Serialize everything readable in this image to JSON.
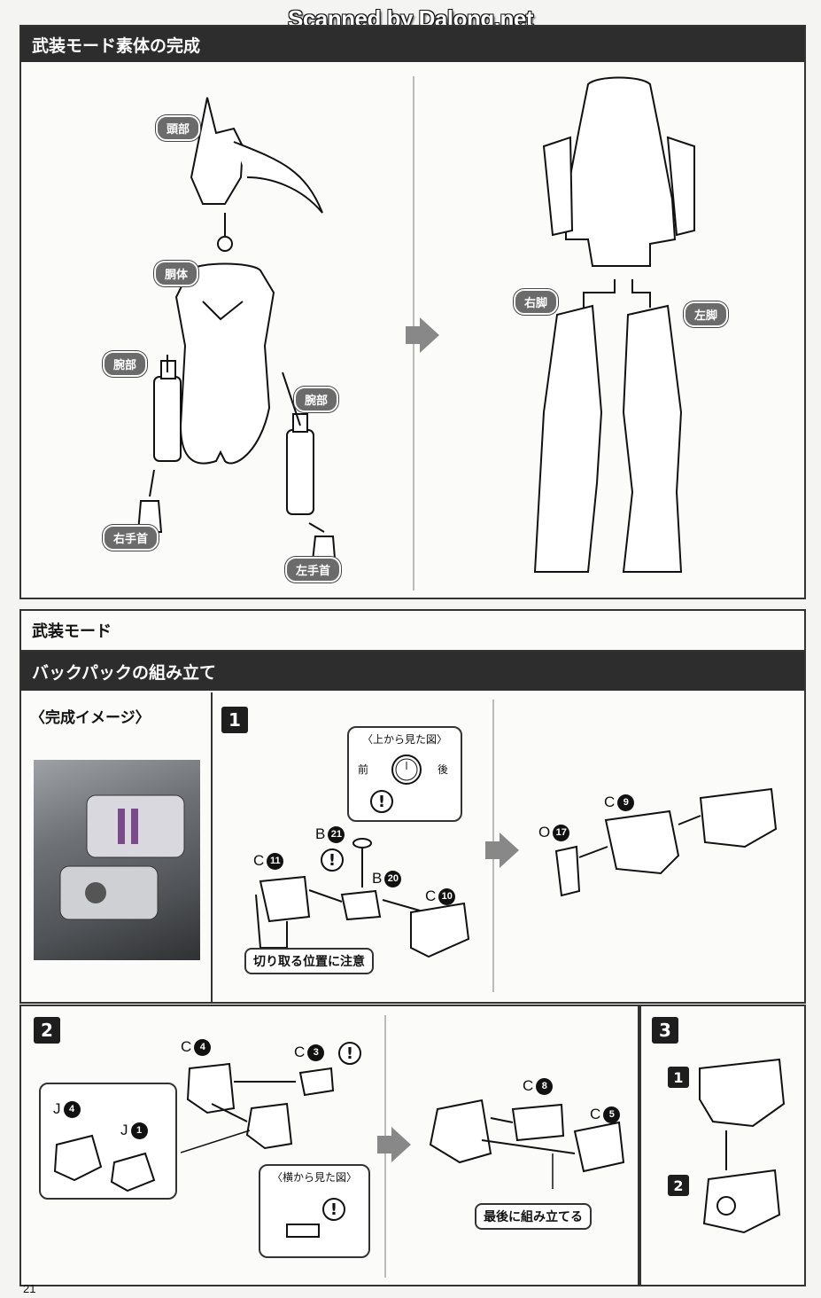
{
  "watermark": "Scanned by Dalong.net",
  "section1": {
    "title": "武装モード素体の完成",
    "labels": {
      "head": "頭部",
      "torso": "胴体",
      "arm_right": "腕部",
      "arm_left": "腕部",
      "wrist_right": "右手首",
      "wrist_left": "左手首",
      "leg_right": "右脚",
      "leg_left": "左脚"
    }
  },
  "section2": {
    "mode_title": "武装モード",
    "title": "バックパックの組み立て",
    "completed_image_label": "〈完成イメージ〉",
    "step1": {
      "number": "1",
      "topview_title": "〈上から見た図〉",
      "front": "前",
      "back": "後",
      "parts": {
        "b21": {
          "letter": "B",
          "num": "21"
        },
        "c11": {
          "letter": "C",
          "num": "11"
        },
        "b20": {
          "letter": "B",
          "num": "20"
        },
        "c10": {
          "letter": "C",
          "num": "10"
        },
        "c9": {
          "letter": "C",
          "num": "9"
        },
        "o17": {
          "letter": "O",
          "num": "17"
        }
      },
      "note": "切り取る位置に注意"
    },
    "step2": {
      "number": "2",
      "parts": {
        "c4": {
          "letter": "C",
          "num": "4"
        },
        "c3": {
          "letter": "C",
          "num": "3"
        },
        "j4": {
          "letter": "J",
          "num": "4"
        },
        "j1": {
          "letter": "J",
          "num": "1"
        },
        "c8": {
          "letter": "C",
          "num": "8"
        },
        "c5": {
          "letter": "C",
          "num": "5"
        }
      },
      "sideview_title": "〈横から見た図〉",
      "note": "最後に組み立てる"
    },
    "step3": {
      "number": "3",
      "sub1": "1",
      "sub2": "2"
    }
  },
  "exclamation": "!",
  "page_number": "21"
}
